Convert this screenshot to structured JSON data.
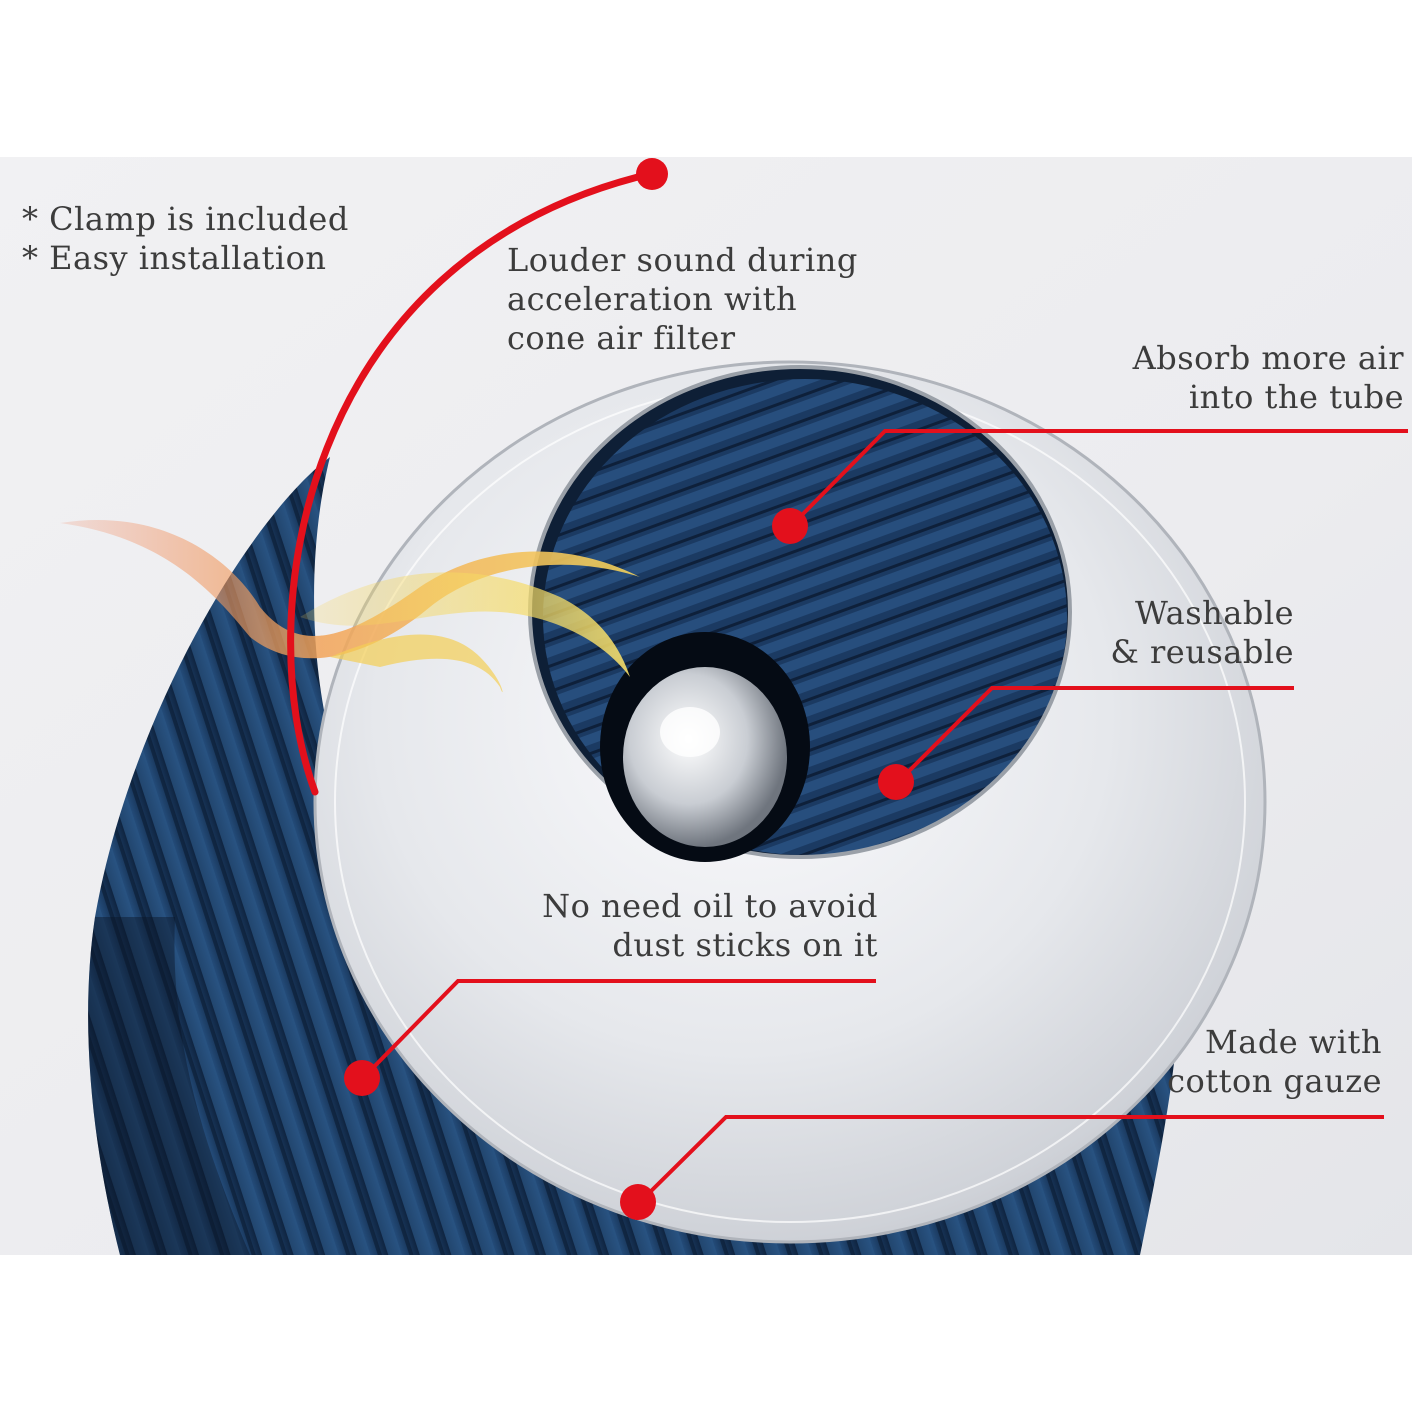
{
  "notes": [
    "* Clamp is included",
    "* Easy installation"
  ],
  "callouts": {
    "sound": [
      "Louder sound during",
      "acceleration with",
      "cone air filter"
    ],
    "air": [
      "Absorb more air",
      "into the tube"
    ],
    "wash": [
      "Washable",
      "& reusable"
    ],
    "oil": [
      "No need oil to avoid",
      "dust sticks on it"
    ],
    "gauze": [
      "Made with",
      "cotton gauze"
    ]
  },
  "colors": {
    "accent": "#e3101c",
    "filter_blue": "#1f3f66",
    "chrome": "#e9ebef",
    "background": "#f2f2f4",
    "text": "#3c3c3c"
  }
}
